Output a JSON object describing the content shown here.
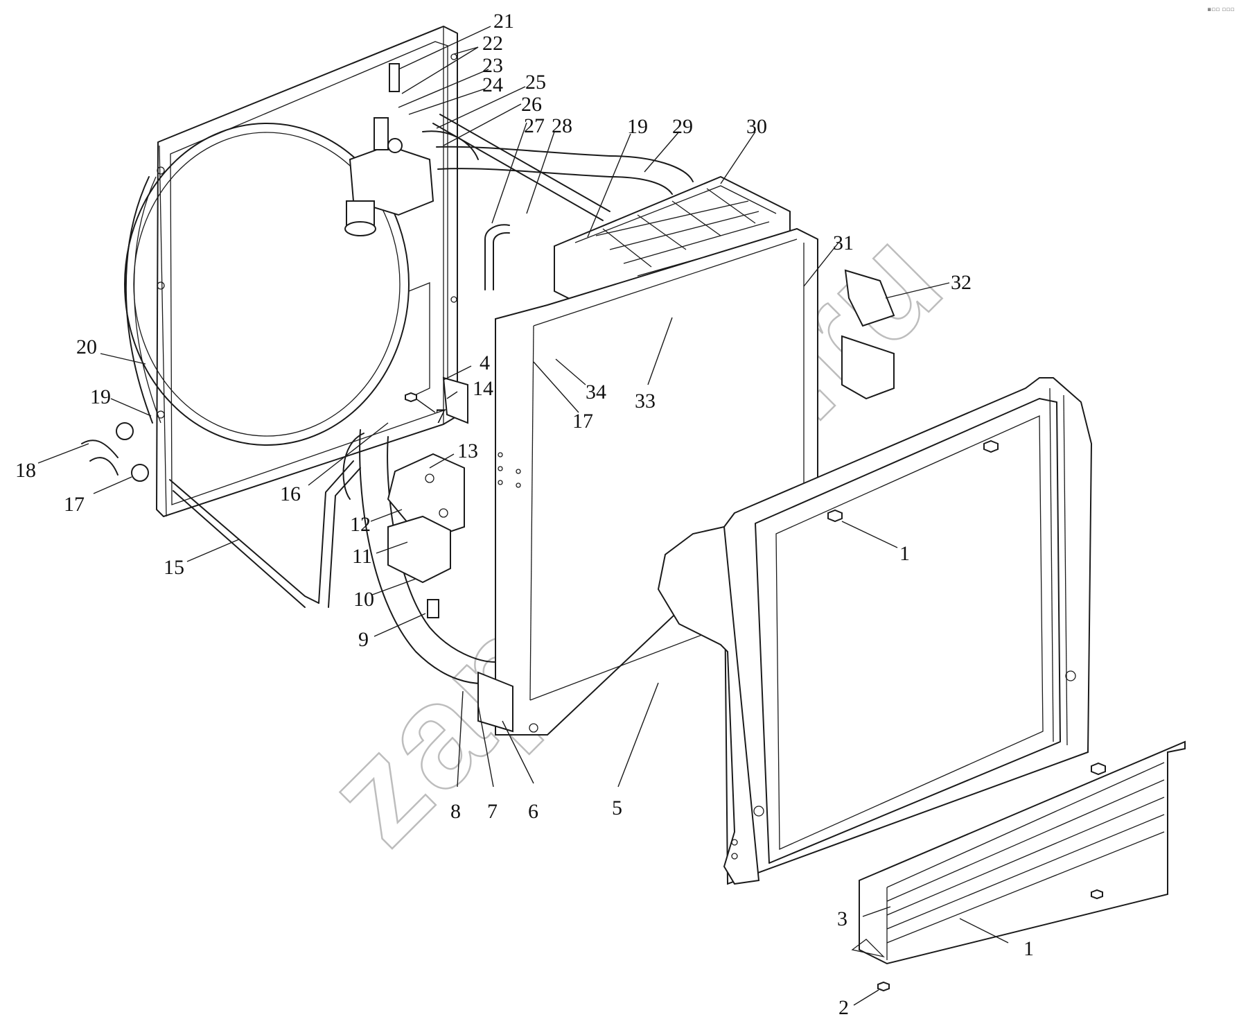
{
  "diagram": {
    "callouts": [
      {
        "id": "c21",
        "label": "21"
      },
      {
        "id": "c22",
        "label": "22"
      },
      {
        "id": "c23",
        "label": "23"
      },
      {
        "id": "c24",
        "label": "24"
      },
      {
        "id": "c25",
        "label": "25"
      },
      {
        "id": "c26",
        "label": "26"
      },
      {
        "id": "c27",
        "label": "27"
      },
      {
        "id": "c28",
        "label": "28"
      },
      {
        "id": "c19a",
        "label": "19"
      },
      {
        "id": "c29",
        "label": "29"
      },
      {
        "id": "c30",
        "label": "30"
      },
      {
        "id": "c31",
        "label": "31"
      },
      {
        "id": "c32",
        "label": "32"
      },
      {
        "id": "c20",
        "label": "20"
      },
      {
        "id": "c19b",
        "label": "19"
      },
      {
        "id": "c18",
        "label": "18"
      },
      {
        "id": "c17a",
        "label": "17"
      },
      {
        "id": "c16",
        "label": "16"
      },
      {
        "id": "c15",
        "label": "15"
      },
      {
        "id": "c4",
        "label": "4"
      },
      {
        "id": "c14",
        "label": "14"
      },
      {
        "id": "c7a",
        "label": "7"
      },
      {
        "id": "c13",
        "label": "13"
      },
      {
        "id": "c12",
        "label": "12"
      },
      {
        "id": "c11",
        "label": "11"
      },
      {
        "id": "c10",
        "label": "10"
      },
      {
        "id": "c9",
        "label": "9"
      },
      {
        "id": "c8",
        "label": "8"
      },
      {
        "id": "c7b",
        "label": "7"
      },
      {
        "id": "c6",
        "label": "6"
      },
      {
        "id": "c5",
        "label": "5"
      },
      {
        "id": "c34",
        "label": "34"
      },
      {
        "id": "c33",
        "label": "33"
      },
      {
        "id": "c17b",
        "label": "17"
      },
      {
        "id": "c1a",
        "label": "1"
      },
      {
        "id": "c1b",
        "label": "1"
      },
      {
        "id": "c3",
        "label": "3"
      },
      {
        "id": "c2",
        "label": "2"
      }
    ],
    "watermark": "zap-kam.ru",
    "corner_mark": "▪▫▫ ▫▫▫"
  }
}
